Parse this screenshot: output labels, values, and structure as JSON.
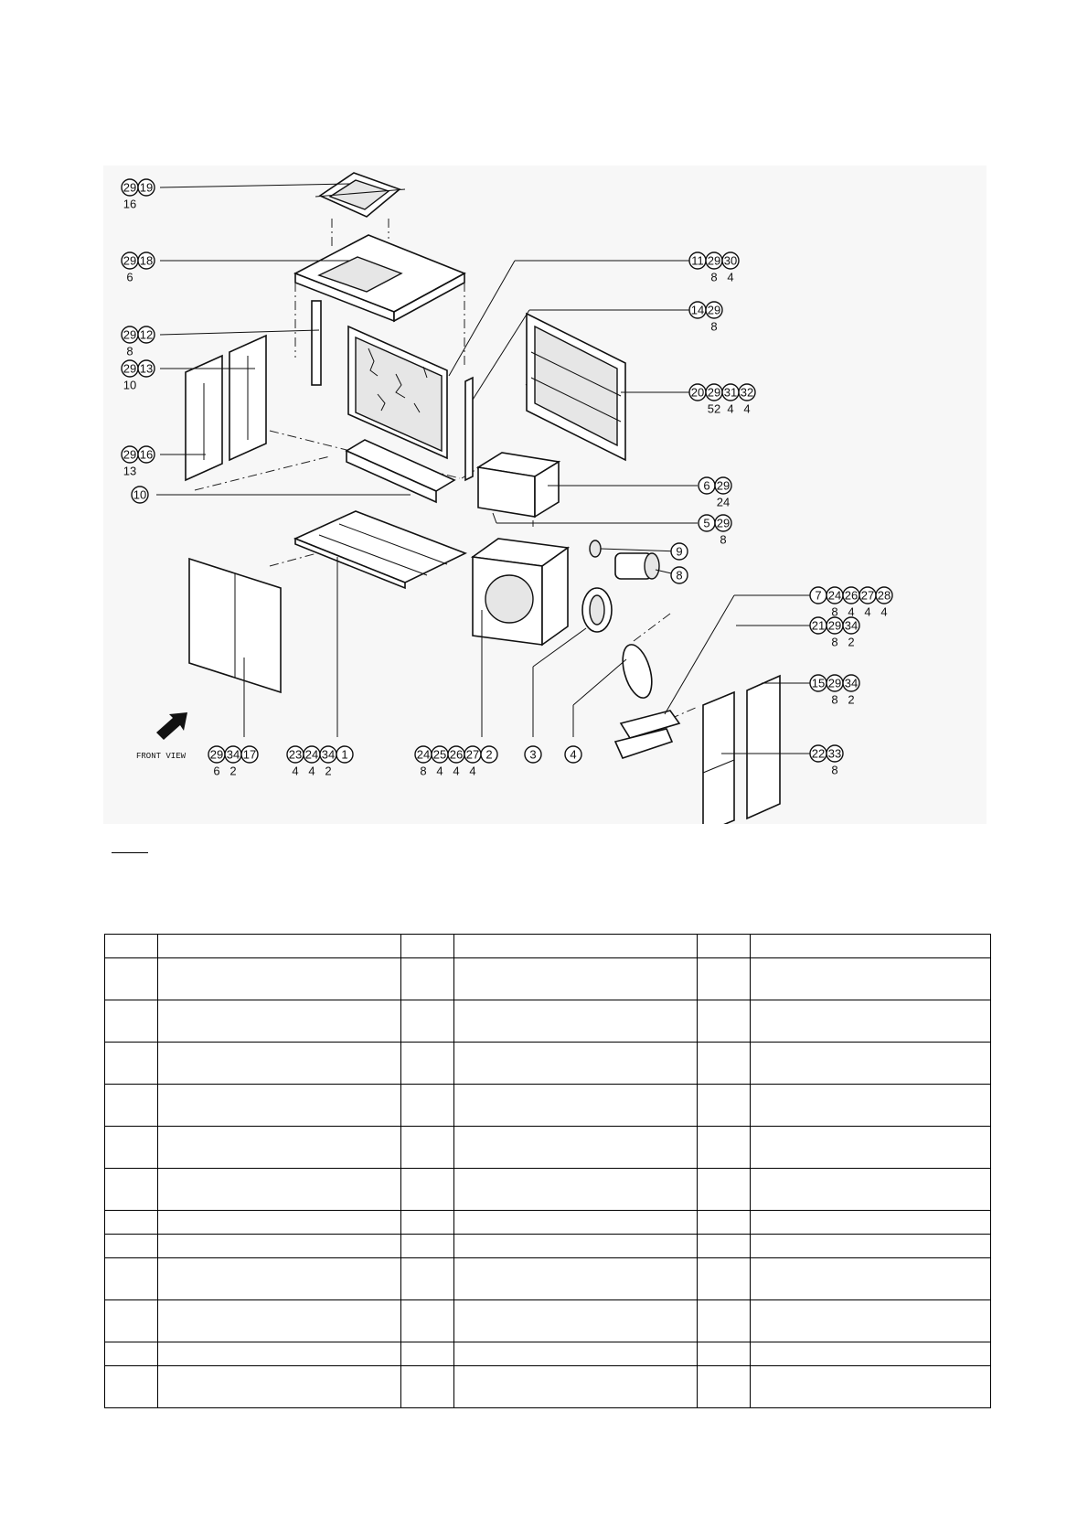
{
  "drawing": {
    "front_view_label": "FRONT VIEW",
    "callouts": [
      {
        "numbers": [
          "29",
          "19"
        ],
        "qty": [
          "16",
          ""
        ]
      },
      {
        "numbers": [
          "29",
          "18"
        ],
        "qty": [
          "6",
          ""
        ]
      },
      {
        "numbers": [
          "29",
          "12"
        ],
        "qty": [
          "8",
          ""
        ]
      },
      {
        "numbers": [
          "29",
          "13"
        ],
        "qty": [
          "10",
          ""
        ]
      },
      {
        "numbers": [
          "29",
          "16"
        ],
        "qty": [
          "13",
          ""
        ]
      },
      {
        "numbers": [
          "10"
        ],
        "qty": [
          ""
        ]
      },
      {
        "numbers": [
          "11",
          "29",
          "30"
        ],
        "qty": [
          "",
          "8",
          "4"
        ]
      },
      {
        "numbers": [
          "14",
          "29"
        ],
        "qty": [
          "",
          "8"
        ]
      },
      {
        "numbers": [
          "20",
          "29",
          "31",
          "32"
        ],
        "qty": [
          "",
          "52",
          "4",
          "4"
        ]
      },
      {
        "numbers": [
          "6",
          "29"
        ],
        "qty": [
          "",
          "24"
        ]
      },
      {
        "numbers": [
          "5",
          "29"
        ],
        "qty": [
          "",
          "8"
        ]
      },
      {
        "numbers": [
          "9"
        ],
        "qty": [
          ""
        ]
      },
      {
        "numbers": [
          "8"
        ],
        "qty": [
          ""
        ]
      },
      {
        "numbers": [
          "7",
          "24",
          "26",
          "27",
          "28"
        ],
        "qty": [
          "",
          "8",
          "4",
          "4",
          "4"
        ]
      },
      {
        "numbers": [
          "21",
          "29",
          "34"
        ],
        "qty": [
          "",
          "8",
          "2"
        ]
      },
      {
        "numbers": [
          "15",
          "29",
          "34"
        ],
        "qty": [
          "",
          "8",
          "2"
        ]
      },
      {
        "numbers": [
          "22",
          "33"
        ],
        "qty": [
          "",
          "8"
        ]
      },
      {
        "numbers": [
          "29",
          "34",
          "17"
        ],
        "qty": [
          "6",
          "2",
          ""
        ]
      },
      {
        "numbers": [
          "23",
          "24",
          "34",
          "1"
        ],
        "qty": [
          "4",
          "4",
          "2",
          ""
        ]
      },
      {
        "numbers": [
          "24",
          "25",
          "26",
          "27",
          "2"
        ],
        "qty": [
          "8",
          "4",
          "4",
          "4",
          ""
        ]
      },
      {
        "numbers": [
          "3"
        ],
        "qty": [
          ""
        ]
      },
      {
        "numbers": [
          "4"
        ],
        "qty": [
          ""
        ]
      }
    ]
  },
  "parts_table": {
    "columns": 6,
    "rows": 12,
    "cells": []
  }
}
